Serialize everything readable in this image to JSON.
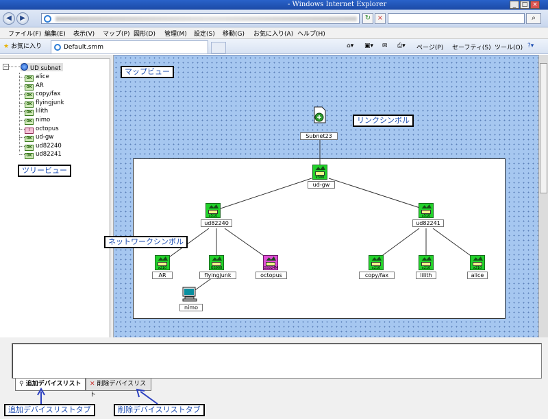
{
  "window": {
    "title": "- Windows Internet Explorer"
  },
  "menu": [
    "ファイル(F)",
    "編集(E)",
    "表示(V)",
    "マップ(P)",
    "図形(D)",
    "管理(M)",
    "設定(S)",
    "移動(G)",
    "お気に入り(A)",
    "ヘルプ(H)"
  ],
  "favorites": {
    "label": "お気に入り",
    "tab_title": "Default.smm"
  },
  "commands": [
    "ページ(P)",
    "セーフティ(S)",
    "ツール(O)"
  ],
  "tree": {
    "root": "UD subnet",
    "items": [
      {
        "label": "alice",
        "badge": "OK",
        "status": "ok"
      },
      {
        "label": "AR",
        "badge": "OK",
        "status": "ok"
      },
      {
        "label": "copy/fax",
        "badge": "OK",
        "status": "ok"
      },
      {
        "label": "flyingjunk",
        "badge": "OK",
        "status": "ok"
      },
      {
        "label": "lilith",
        "badge": "OK",
        "status": "ok"
      },
      {
        "label": "nimo",
        "badge": "OK",
        "status": "ok"
      },
      {
        "label": "octopus",
        "badge": "!",
        "status": "warn"
      },
      {
        "label": "ud-gw",
        "badge": "OK",
        "status": "ok"
      },
      {
        "label": "ud82240",
        "badge": "OK",
        "status": "ok"
      },
      {
        "label": "ud82241",
        "badge": "OK",
        "status": "ok"
      }
    ]
  },
  "map": {
    "link_symbol_label": "Subnet23",
    "devices": [
      {
        "id": "ud-gw",
        "label": "ud-gw",
        "model": "x300",
        "color": "green"
      },
      {
        "id": "ud82240",
        "label": "ud82240",
        "model": "x510",
        "color": "green"
      },
      {
        "id": "ud82241",
        "label": "ud82241",
        "model": "x510",
        "color": "green"
      },
      {
        "id": "AR",
        "label": "AR",
        "model": "x210",
        "color": "green"
      },
      {
        "id": "flyingjunk",
        "label": "flyingjunk",
        "model": "GS908",
        "color": "green"
      },
      {
        "id": "octopus",
        "label": "octopus",
        "model": "GS924M",
        "color": "pink"
      },
      {
        "id": "copyfax",
        "label": "copy/fax",
        "model": "x210",
        "color": "green"
      },
      {
        "id": "lilith",
        "label": "lilith",
        "model": "x210",
        "color": "green"
      },
      {
        "id": "alice",
        "label": "alice",
        "model": "x210",
        "color": "green"
      }
    ],
    "pc": {
      "label": "nimo"
    }
  },
  "annotations": {
    "map_view": "マップビュー",
    "link_symbol": "リンクシンボル",
    "tree_view": "ツリービュー",
    "network_symbol": "ネットワークシンボル",
    "add_tab": "追加デバイスリストタブ",
    "del_tab": "削除デバイスリストタブ"
  },
  "bottom_tabs": {
    "add": "追加デバイスリスト",
    "del": "削除デバイスリスト"
  },
  "colors": {
    "map_bg": "#a6c7f0",
    "device_green": "#22d12a",
    "device_pink": "#e04fd7",
    "accent_text": "#1a4bb0"
  }
}
